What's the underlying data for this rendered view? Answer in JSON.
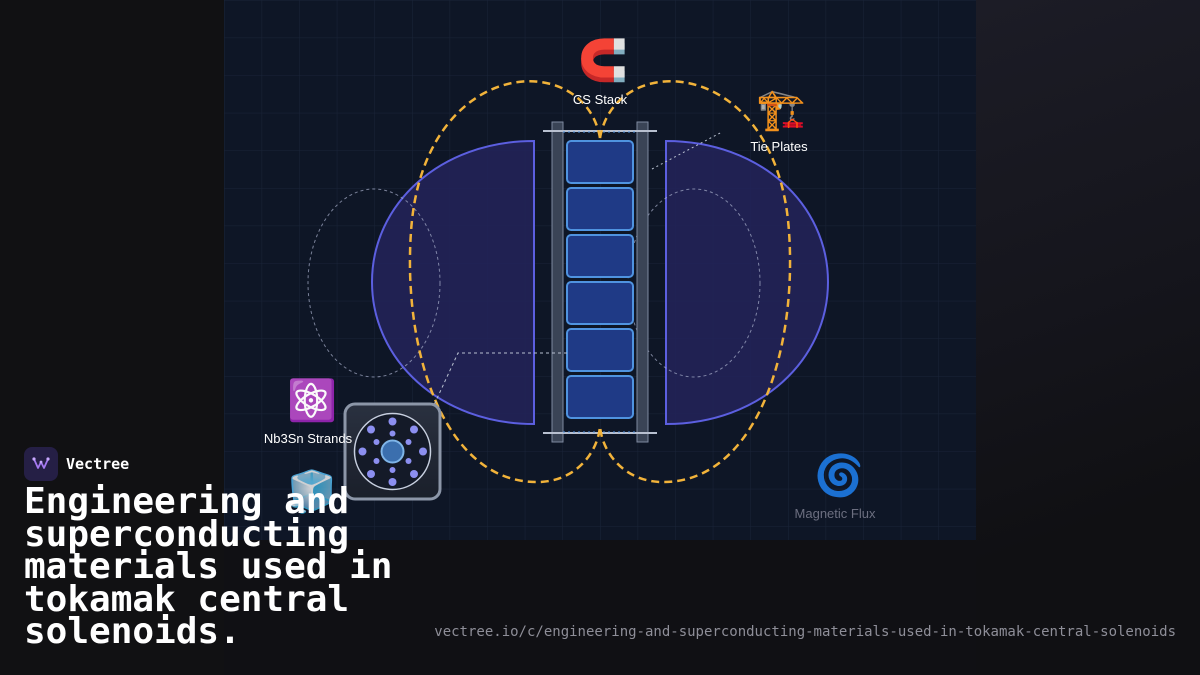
{
  "diagram": {
    "labels": {
      "cs_stack": "CS Stack",
      "tie_plates": "Tie Plates",
      "nb3sn_strands": "Nb3Sn Strands",
      "magnetic_flux": "Magnetic Flux"
    },
    "icons": {
      "cs_stack": "🧲",
      "tie_plates": "🏗️",
      "nb3sn_strands": "⚛️",
      "cube": "🧊",
      "magnetic_flux": "🌀"
    },
    "colors": {
      "field_lines": "#f2b33a",
      "plasma": "#5c5fe0",
      "coil": "#4f93e0",
      "grid_bg": "#0e1626"
    }
  },
  "brand": {
    "name": "Vectree"
  },
  "title": "Engineering and superconducting materials used in tokamak central solenoids.",
  "url": "vectree.io/c/engineering-and-superconducting-materials-used-in-tokamak-central-solenoids"
}
